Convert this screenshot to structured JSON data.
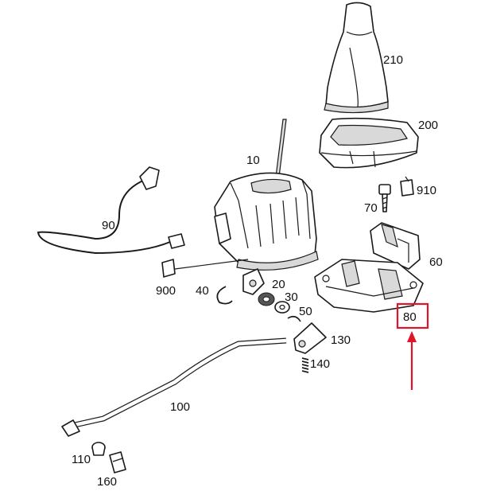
{
  "labels": {
    "p10": "10",
    "p20": "20",
    "p30": "30",
    "p40": "40",
    "p50": "50",
    "p60": "60",
    "p70": "70",
    "p80": "80",
    "p90": "90",
    "p100": "100",
    "p110": "110",
    "p130": "130",
    "p140": "140",
    "p160": "160",
    "p200": "200",
    "p210": "210",
    "p900": "900",
    "p910": "910"
  },
  "colors": {
    "highlight": "#e0142a",
    "line": "#1a1a1a"
  },
  "highlighted_part": "80"
}
